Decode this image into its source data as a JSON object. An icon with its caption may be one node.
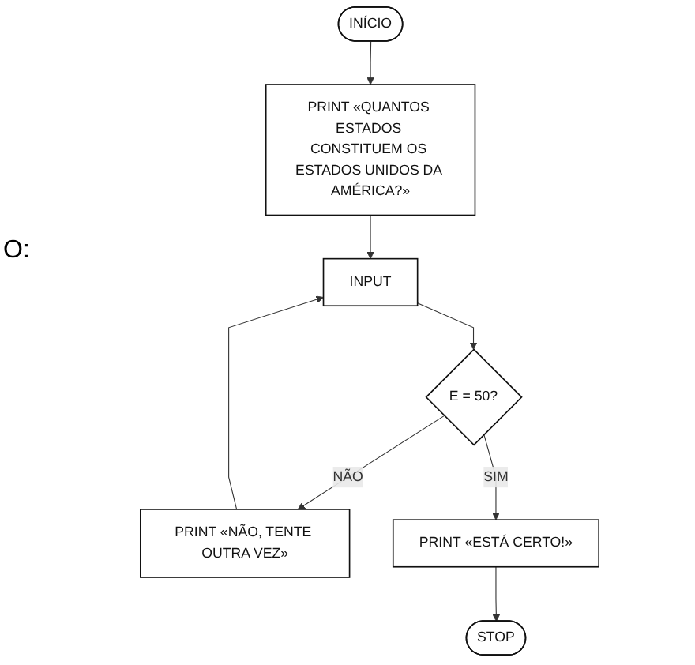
{
  "diagram": {
    "nodes": [
      {
        "text": [
          "INÍCIO"
        ]
      },
      {
        "text": [
          "PRINT «QUANTOS ESTADOS CONSTITUEM OS ESTADOS UNIDOS DA AMÉRICA?»"
        ]
      },
      {
        "text": [
          "INPUT"
        ]
      },
      {
        "text": [
          "E = 50?"
        ]
      },
      {
        "text": [
          "PRINT «NÃO, TENTE OUTRA VEZ»"
        ]
      },
      {
        "text": [
          "PRINT «ESTÁ CERTO!»"
        ]
      },
      {
        "text": [
          "STOP"
        ]
      }
    ],
    "edges": [
      {
        "from": 0,
        "to": 1,
        "arrow": "to"
      },
      {
        "from": 1,
        "to": 2,
        "arrow": "to"
      },
      {
        "from": 2,
        "to": 3,
        "arrow": "to"
      },
      {
        "from": 3,
        "to": 4,
        "arrow": "to",
        "label": "NÃO"
      },
      {
        "from": 4,
        "to": 2,
        "arrow": "to"
      },
      {
        "from": 3,
        "to": 5,
        "arrow": "to",
        "label": "SIM"
      },
      {
        "from": 5,
        "to": 6,
        "arrow": "to"
      }
    ],
    "labels": [
      "O:"
    ]
  }
}
